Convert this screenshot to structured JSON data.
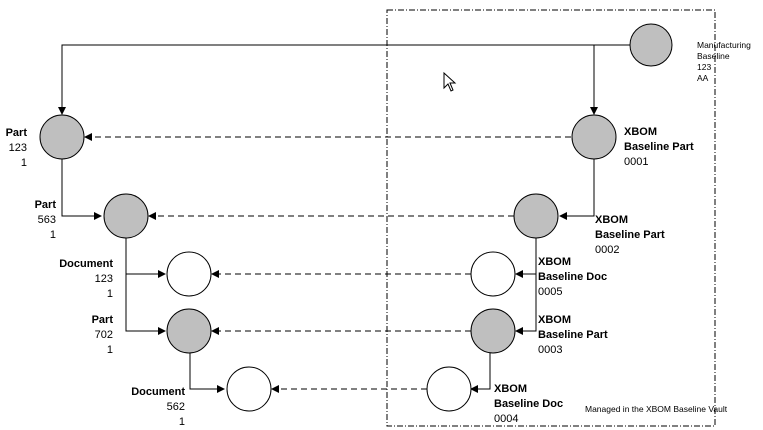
{
  "colors": {
    "filled_node": "#bfbfbf",
    "empty_node": "#ffffff",
    "stroke": "#000000",
    "vault_border": "#000000"
  },
  "vault_caption": "Managed in the XBOM Baseline Vault",
  "manufacturing_baseline": {
    "title": "Manufacturing",
    "subtitle": "Baseline",
    "number": "123",
    "revision": "AA"
  },
  "left_items": [
    {
      "type": "Part",
      "number": "123",
      "revision": "1"
    },
    {
      "type": "Part",
      "number": "563",
      "revision": "1"
    },
    {
      "type": "Document",
      "number": "123",
      "revision": "1"
    },
    {
      "type": "Part",
      "number": "702",
      "revision": "1"
    },
    {
      "type": "Document",
      "number": "562",
      "revision": "1"
    }
  ],
  "baseline_items": [
    {
      "line1": "XBOM",
      "line2": "Baseline Part",
      "number": "0001"
    },
    {
      "line1": "XBOM",
      "line2": "Baseline Part",
      "number": "0002"
    },
    {
      "line1": "XBOM",
      "line2": "Baseline Doc",
      "number": "0005"
    },
    {
      "line1": "XBOM",
      "line2": "Baseline Part",
      "number": "0003"
    },
    {
      "line1": "XBOM",
      "line2": "Baseline Doc",
      "number": "0004"
    }
  ]
}
